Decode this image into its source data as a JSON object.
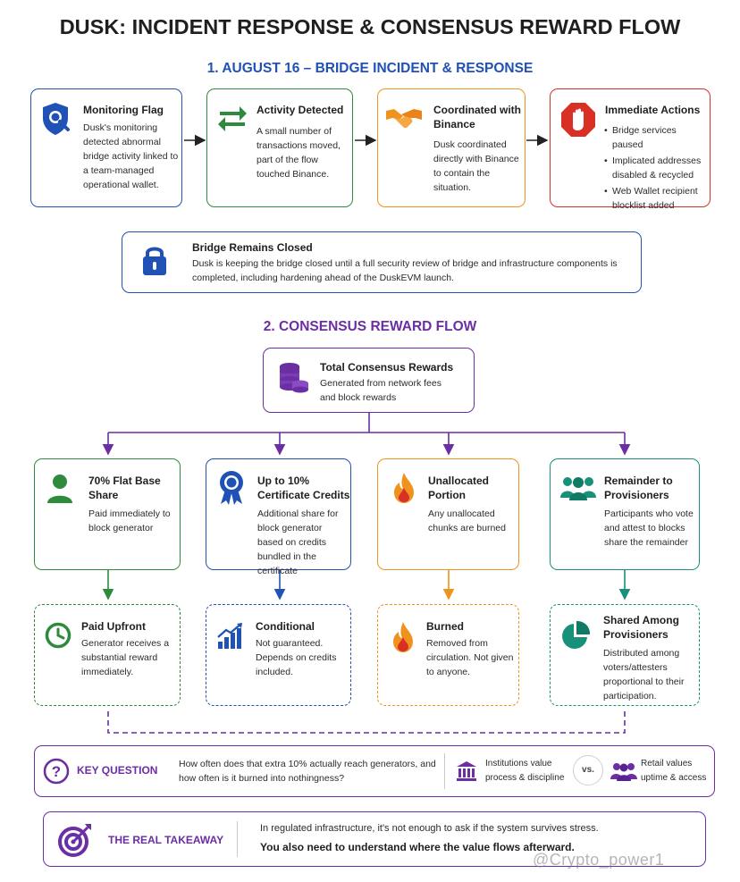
{
  "title": "DUSK: INCIDENT RESPONSE & CONSENSUS REWARD FLOW",
  "section1": {
    "heading": "1. AUGUST 16 – BRIDGE INCIDENT & RESPONSE",
    "steps": [
      {
        "title": "Monitoring Flag",
        "body": "Dusk's monitoring detected abnormal bridge activity linked to a team-managed operational wallet.",
        "icon": "shield-search-icon",
        "color": "#1f52b4"
      },
      {
        "title": "Activity Detected",
        "body": "A small number of transactions moved, part of the flow touched Binance.",
        "icon": "exchange-arrows-icon",
        "color": "#2e8b3d"
      },
      {
        "title": "Coordinated with Binance",
        "body": "Dusk coordinated directly with Binance to contain the situation.",
        "icon": "handshake-icon",
        "color": "#f0931e"
      },
      {
        "title": "Immediate Actions",
        "items": [
          "Bridge services paused",
          "Implicated addresses disabled & recycled",
          "Web Wallet recipient blocklist added"
        ],
        "icon": "stop-hand-icon",
        "color": "#d93026"
      }
    ],
    "closed": {
      "title": "Bridge Remains Closed",
      "body": "Dusk is keeping the bridge closed until a full security review of bridge and infrastructure components is completed, including hardening ahead of the DuskEVM launch.",
      "icon": "lock-icon"
    }
  },
  "section2": {
    "heading": "2. CONSENSUS REWARD FLOW",
    "total": {
      "title": "Total Consensus Rewards",
      "body": "Generated from network fees and block rewards",
      "icon": "coins-stack-icon"
    },
    "branches": [
      {
        "title": "70% Flat Base Share",
        "body": "Paid immediately to block generator",
        "icon": "person-icon",
        "color": "#2e8b3d",
        "outcome": {
          "title": "Paid Upfront",
          "body": "Generator receives a substantial reward immediately.",
          "icon": "clock-icon"
        }
      },
      {
        "title": "Up to 10% Certificate Credits",
        "body": "Additional share for block generator based on credits bundled in the certificate",
        "icon": "award-ribbon-icon",
        "color": "#1f52b4",
        "outcome": {
          "title": "Conditional",
          "body": "Not guaranteed. Depends on credits included.",
          "icon": "growth-chart-icon"
        }
      },
      {
        "title": "Unallocated Portion",
        "body": "Any unallocated chunks are burned",
        "icon": "flame-icon",
        "color": "#f0931e",
        "outcome": {
          "title": "Burned",
          "body": "Removed from circulation. Not given to anyone.",
          "icon": "flame-icon"
        }
      },
      {
        "title": "Remainder to Provisioners",
        "body": "Participants who vote and attest to blocks share the remainder",
        "icon": "group-icon",
        "color": "#17917a",
        "outcome": {
          "title": "Shared Among Provisioners",
          "body": "Distributed among voters/attesters proportional to their participation.",
          "icon": "pie-chart-icon"
        }
      }
    ]
  },
  "key_question": {
    "label": "KEY QUESTION",
    "text": "How often does that extra 10% actually reach generators, and how often is it burned into nothingness?",
    "left": "Institutions value process & discipline",
    "vs": "vs.",
    "right": "Retail values uptime & access"
  },
  "takeaway": {
    "label": "THE REAL TAKEAWAY",
    "line1": "In regulated infrastructure, it's not enough to ask if the system survives stress.",
    "line2": "You also need to understand where the value flows afterward."
  },
  "watermark": "@Crypto_power1",
  "colors": {
    "blue": "#1f52b4",
    "green": "#2e8b3d",
    "orange": "#f0931e",
    "red": "#d93026",
    "purple": "#6b2ea3",
    "teal": "#17917a"
  }
}
